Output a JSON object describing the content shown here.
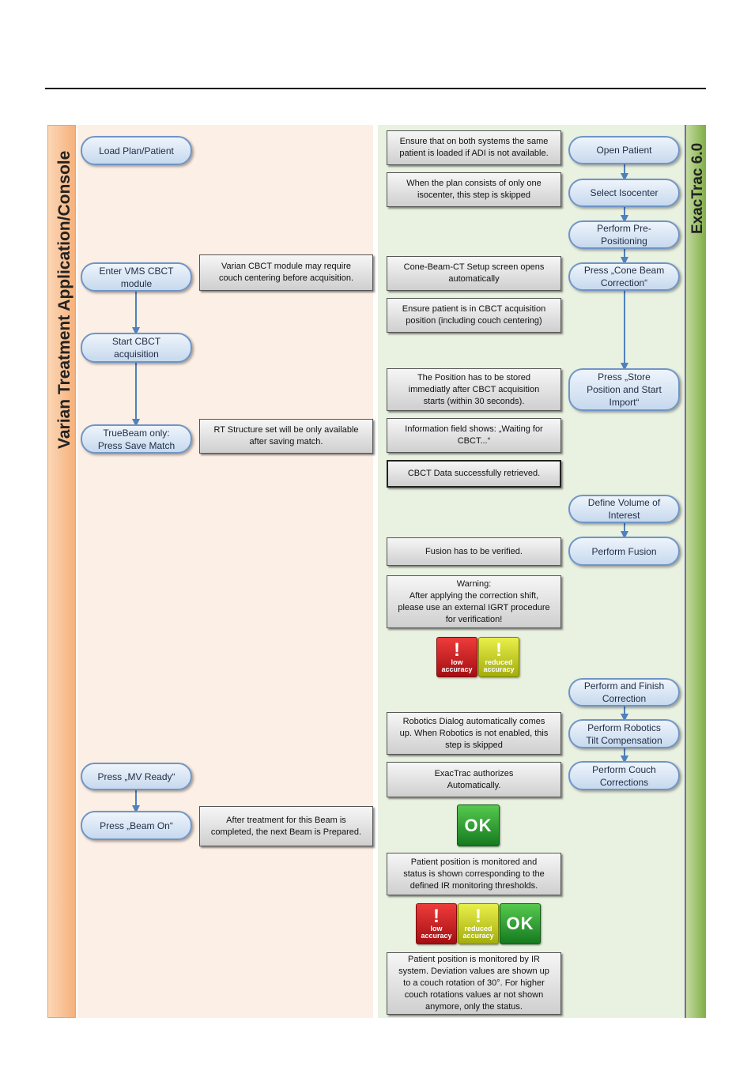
{
  "lanes": {
    "left_title": "Varian Treatment Application/Console",
    "right_title": "ExacTrac 6.0"
  },
  "varian_steps": {
    "load_plan": "Load Plan/Patient",
    "enter_cbct_line1": "Enter VMS CBCT",
    "enter_cbct_line2": "module",
    "start_cbct_line1": "Start CBCT",
    "start_cbct_line2": "acquisition",
    "truebeam_line1": "TrueBeam only:",
    "truebeam_line2": "Press Save Match",
    "mv_ready": "Press „MV Ready“",
    "beam_on": "Press „Beam On“"
  },
  "varian_notes": {
    "cbct_centering_line1": "Varian CBCT module may require",
    "cbct_centering_line2": "couch centering before acquisition.",
    "rt_structure_line1": "RT Structure set will be  only available",
    "rt_structure_line2": "after saving match.",
    "after_treatment_line1": "After  treatment for this Beam is",
    "after_treatment_line2": "completed, the next Beam is Prepared."
  },
  "exactrac_steps": {
    "open_patient": "Open Patient",
    "select_isocenter": "Select Isocenter",
    "pre_pos_line1": "Perform Pre-",
    "pre_pos_line2": "Positioning",
    "cone_beam_line1": "Press „Cone Beam",
    "cone_beam_line2": "Correction“",
    "store_line1": "Press „Store",
    "store_line2": "Position and Start",
    "store_line3": "Import“",
    "voi_line1": "Define Volume of",
    "voi_line2": "Interest",
    "fusion": "Perform Fusion",
    "finish_line1": "Perform and Finish",
    "finish_line2": "Correction",
    "tilt_line1": "Perform Robotics",
    "tilt_line2": "Tilt Compensation",
    "couch_line1": "Perform Couch",
    "couch_line2": "Corrections"
  },
  "exactrac_notes": {
    "same_patient_line1": "Ensure that on both systems the same",
    "same_patient_line2": "patient is loaded if ADI is not available.",
    "one_iso_line1": "When  the plan consists of only one",
    "one_iso_line2": "isocenter, this step is skipped",
    "setup_screen_line1": "Cone-Beam-CT Setup screen opens",
    "setup_screen_line2": "automatically",
    "acq_pos_line1": "Ensure patient is in CBCT acquisition",
    "acq_pos_line2": "position (including couch centering)",
    "store_time_line1": "The Position has to be stored",
    "store_time_line2": "immediatly after CBCT acquisition",
    "store_time_line3": "starts (within 30 seconds).",
    "waiting_line1": "Information field shows: „Waiting for",
    "waiting_line2": "CBCT...“",
    "retrieved": "CBCT Data successfully retrieved.",
    "fusion_verify": "Fusion has to be verified.",
    "warning_line1": "Warning:",
    "warning_line2": "After applying the correction shift,",
    "warning_line3": "please use an external IGRT procedure",
    "warning_line4": "for verification!",
    "robotics_line1": "Robotics Dialog automatically comes",
    "robotics_line2": "up. When Robotics is not enabled, this",
    "robotics_line3": "step is skipped",
    "authorizes_line1": "ExacTrac authorizes",
    "authorizes_line2": "Automatically.",
    "monitor_line1": "Patient position is monitored and",
    "monitor_line2": "status is shown corresponding to the",
    "monitor_line3": "defined IR monitoring thresholds.",
    "ir_line1": "Patient position is monitored by IR",
    "ir_line2": "system. Deviation values are shown up",
    "ir_line3": "to a couch rotation of 30°. For higher",
    "ir_line4": "couch rotations  values ar not shown",
    "ir_line5": "anymore, only the status."
  },
  "status_icons": {
    "bang": "!",
    "low_line1": "low",
    "low_line2": "accuracy",
    "reduced_line1": "reduced",
    "reduced_line2": "accuracy",
    "ok": "OK"
  },
  "colors": {
    "left_lane": "#fcefe5",
    "right_lane": "#e9f1e1",
    "left_header": "#f6b07a",
    "right_header": "#7fae47",
    "arrow": "#4f81bd",
    "step_border": "#6f95c7"
  }
}
